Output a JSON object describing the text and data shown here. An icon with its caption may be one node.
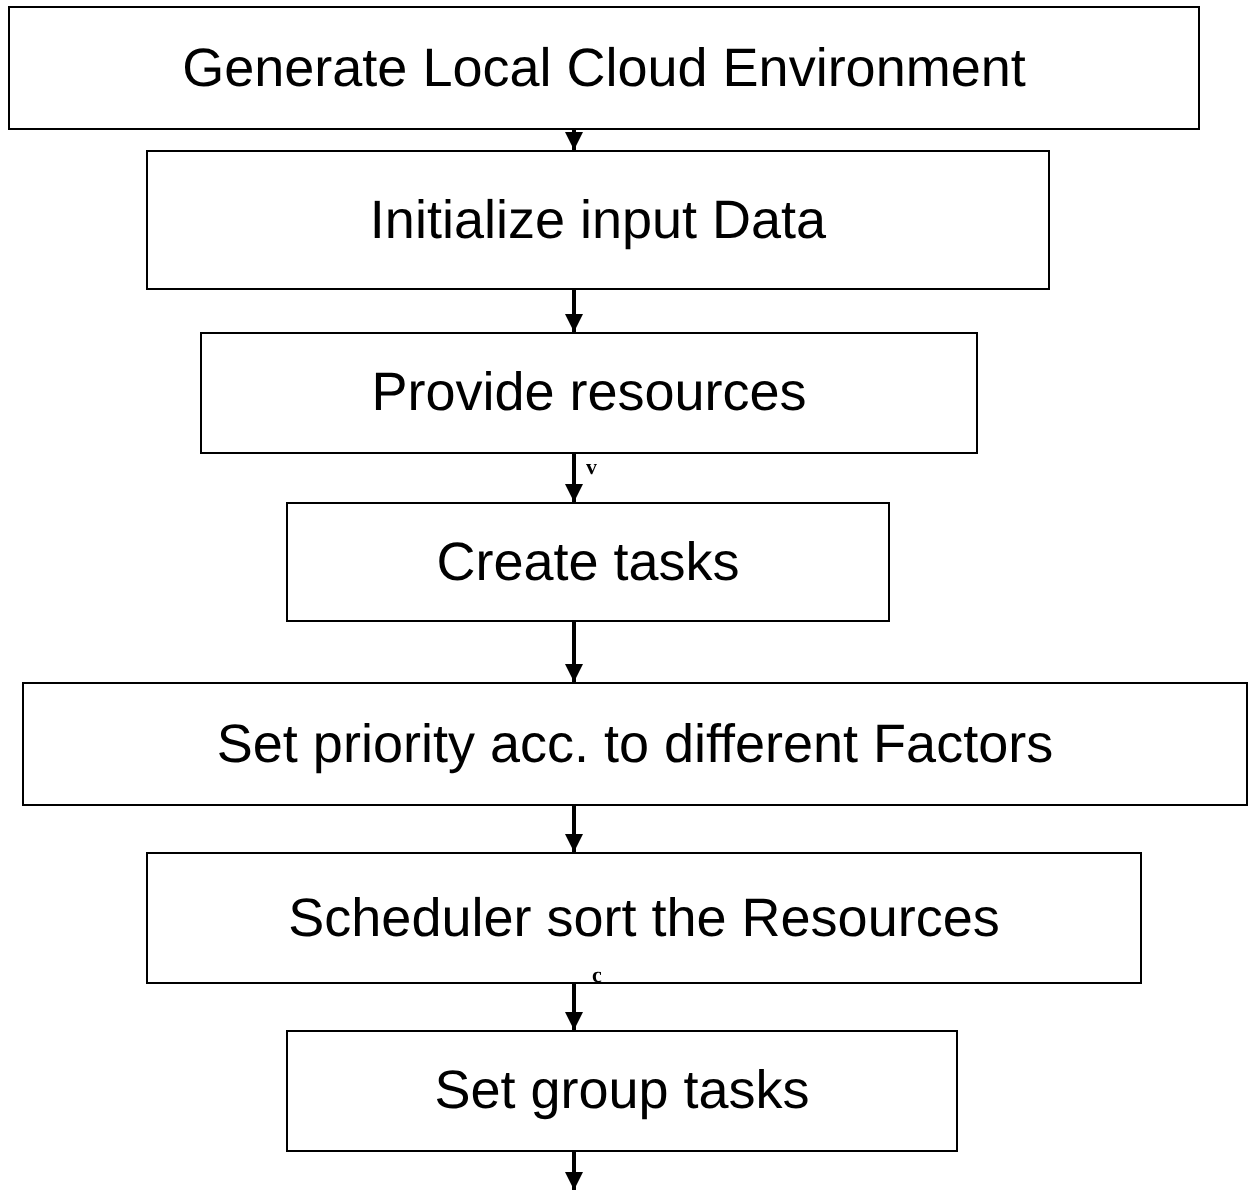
{
  "diagram": {
    "nodes": [
      {
        "text": [
          "Generate Local Cloud Environment"
        ]
      },
      {
        "text": [
          "Initialize input Data"
        ]
      },
      {
        "text": [
          "Provide resources"
        ]
      },
      {
        "text": [
          "Create tasks"
        ]
      },
      {
        "text": [
          "Set priority acc. to different Factors"
        ]
      },
      {
        "text": [
          "Scheduler sort the Resources"
        ]
      },
      {
        "text": [
          "Set group tasks"
        ]
      }
    ],
    "edges": [
      {
        "from": 0,
        "to": 1,
        "arrow": "to"
      },
      {
        "from": 1,
        "to": 2,
        "arrow": "to"
      },
      {
        "from": 2,
        "to": 3,
        "arrow": "to"
      },
      {
        "from": 3,
        "to": 4,
        "arrow": "to"
      },
      {
        "from": 4,
        "to": 5,
        "arrow": "to"
      },
      {
        "from": 5,
        "to": 6,
        "arrow": "to"
      },
      {
        "from": 6,
        "to": null,
        "arrow": "to"
      }
    ],
    "labels": [
      "v",
      "c"
    ]
  }
}
